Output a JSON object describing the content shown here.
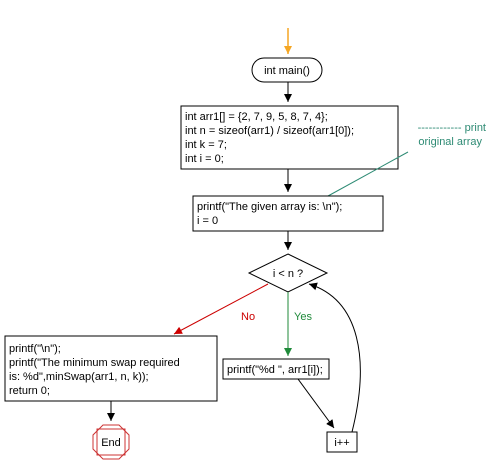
{
  "start": {
    "label": "int main()"
  },
  "init_block": {
    "lines": [
      "int arr1[] = {2, 7, 9, 5, 8, 7, 4};",
      "int n = sizeof(arr1) / sizeof(arr1[0]);",
      "int k = 7;",
      "int i = 0;"
    ]
  },
  "comment": {
    "line1": "------------ print",
    "line2": "original array"
  },
  "print_block": {
    "lines": [
      "printf(\"The given array is:  \\n\");",
      "i = 0"
    ]
  },
  "decision": {
    "label": "i < n ?",
    "no_label": "No",
    "yes_label": "Yes"
  },
  "end_block": {
    "lines": [
      "printf(\"\\n\");",
      "printf(\"The minimum swap required",
      "is: %d\",minSwap(arr1, n, k));",
      "return 0;"
    ]
  },
  "loop_print": {
    "label": "printf(\"%d  \", arr1[i]);"
  },
  "increment": {
    "label": "i++"
  },
  "end": {
    "label": "End"
  },
  "colors": {
    "start_arrow": "#f5a623",
    "no_arrow": "#cc0000",
    "yes_arrow": "#1f8a3a",
    "comment": "#2e8b74",
    "end_border": "#cc3333"
  }
}
